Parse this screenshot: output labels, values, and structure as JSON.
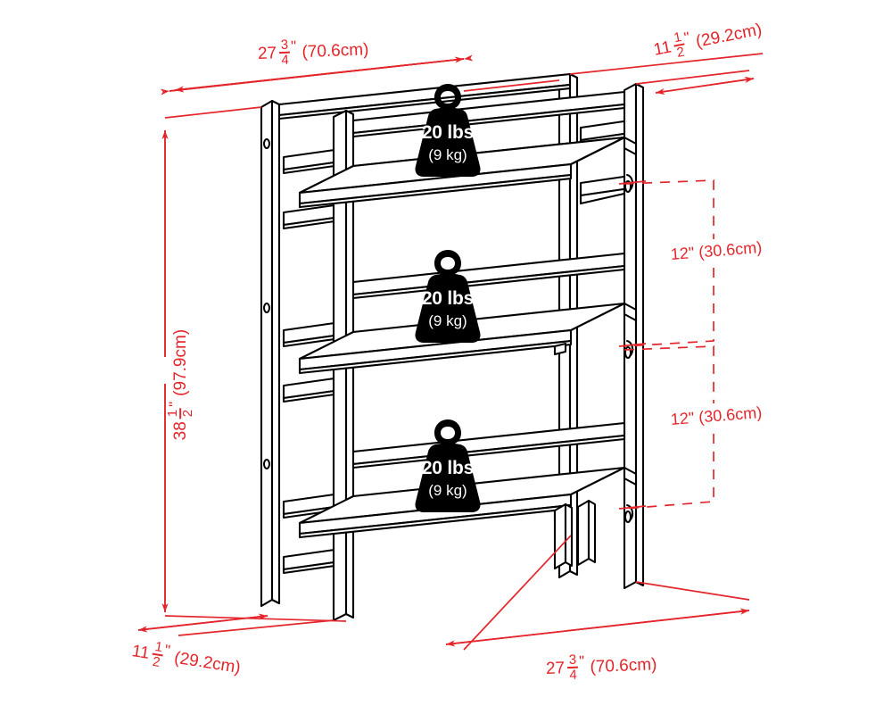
{
  "diagram": {
    "type": "product-dimension-drawing",
    "subject": "3-tier folding bookshelf",
    "background_color": "#ffffff",
    "line_color": "#000000",
    "dimension_color": "#e3262b",
    "badge_color": "#000000"
  },
  "dimensions": {
    "top_width": {
      "whole": "27",
      "numerator": "3",
      "denominator": "4",
      "unit": "\"",
      "metric": "(70.6cm)",
      "full_text": "27 3/4\" (70.6cm)"
    },
    "top_depth": {
      "whole": "11",
      "numerator": "1",
      "denominator": "2",
      "unit": "\"",
      "metric": "(29.2cm)",
      "full_text": "11 1/2\" (29.2cm)"
    },
    "height": {
      "whole": "38",
      "numerator": "1",
      "denominator": "2",
      "unit": "\"",
      "metric": "(97.9cm)",
      "full_text": "38 1/2\" (97.9cm)"
    },
    "shelf_gap_upper": {
      "text": "12\" (30.6cm)"
    },
    "shelf_gap_lower": {
      "text": "12\" (30.6cm)"
    },
    "bottom_depth": {
      "whole": "11",
      "numerator": "1",
      "denominator": "2",
      "unit": "\"",
      "metric": "(29.2cm)",
      "full_text": "11 1/2\" (29.2cm)"
    },
    "bottom_width": {
      "whole": "27",
      "numerator": "3",
      "denominator": "4",
      "unit": "\"",
      "metric": "(70.6cm)",
      "full_text": "27 3/4\" (70.6cm)"
    }
  },
  "weight_capacity": {
    "shelves": [
      {
        "position": "top",
        "imperial": "20 lbs",
        "metric": "(9 kg)"
      },
      {
        "position": "middle",
        "imperial": "20 lbs",
        "metric": "(9 kg)"
      },
      {
        "position": "bottom",
        "imperial": "20 lbs",
        "metric": "(9 kg)"
      }
    ]
  }
}
